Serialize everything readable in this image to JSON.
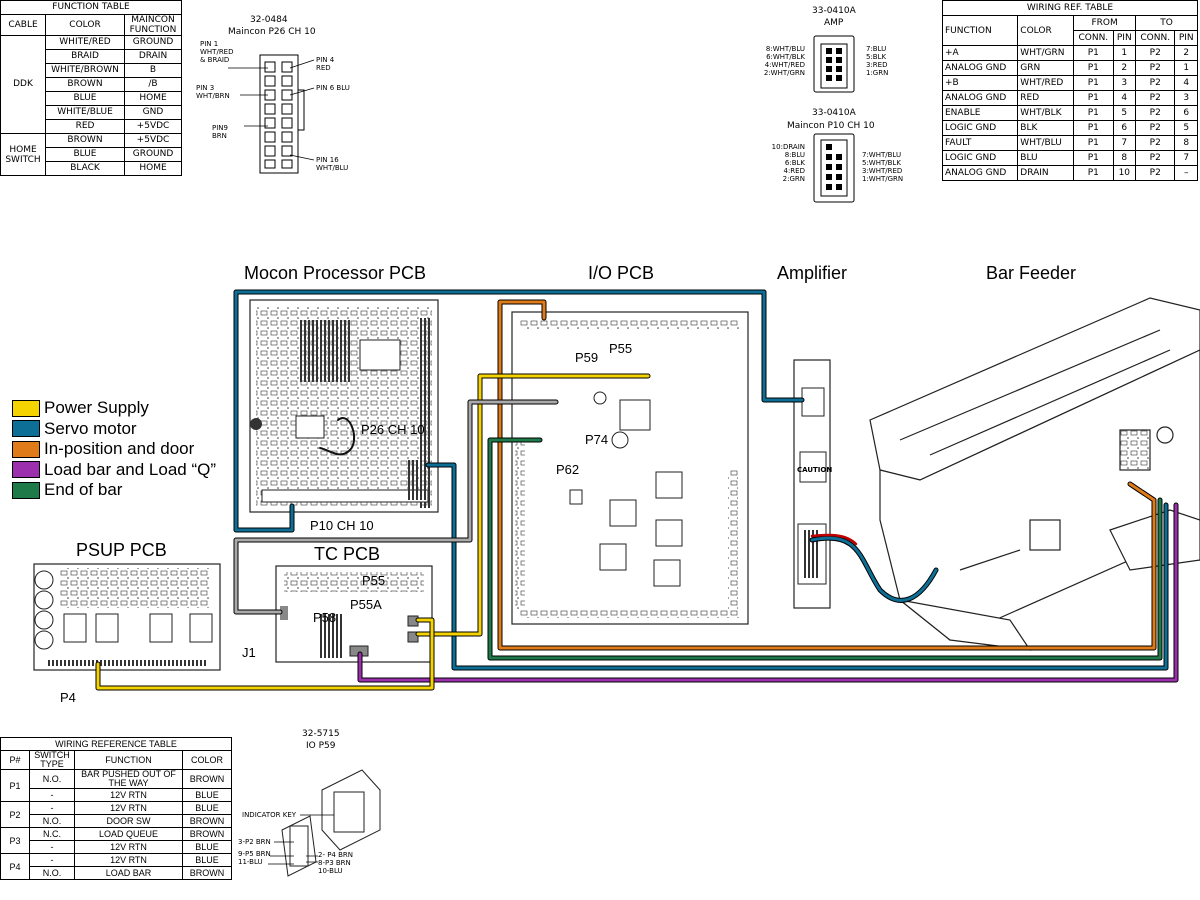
{
  "function_table": {
    "title": "FUNCTION TABLE",
    "headers": [
      "CABLE",
      "COLOR",
      "MAINCON FUNCTION"
    ],
    "ddk_label": "DDK",
    "home_label": "HOME SWITCH",
    "ddk_rows": [
      [
        "WHITE/RED",
        "GROUND"
      ],
      [
        "BRAID",
        "DRAIN"
      ],
      [
        "WHITE/BROWN",
        "B"
      ],
      [
        "BROWN",
        "/B"
      ],
      [
        "BLUE",
        "HOME"
      ],
      [
        "WHITE/BLUE",
        "GND"
      ],
      [
        "RED",
        "+5VDC"
      ]
    ],
    "home_rows": [
      [
        "BROWN",
        "+5VDC"
      ],
      [
        "BLUE",
        "GROUND"
      ],
      [
        "BLACK",
        "HOME"
      ]
    ]
  },
  "conn_p26": {
    "part": "32-0484",
    "title": "Maincon P26 CH 10",
    "left_pins": [
      "PIN 1 WHT/RED & BRAID",
      "PIN 3 WHT/BRN",
      "PIN9 BRN"
    ],
    "right_pins": [
      "PIN 4 RED",
      "PIN 6 BLU",
      "PIN 16 WHT/BLU"
    ]
  },
  "conn_amp": {
    "part": "33-0410A",
    "title": "AMP",
    "left": [
      "8:WHT/BLU",
      "6:WHT/BLK",
      "4:WHT/RED",
      "2:WHT/GRN"
    ],
    "right": [
      "7:BLU",
      "5:BLK",
      "3:RED",
      "1:GRN"
    ]
  },
  "conn_p10": {
    "part": "33-0410A",
    "title": "Maincon P10 CH 10",
    "left": [
      "10:DRAIN",
      "8:BLU",
      "6:BLK",
      "4:RED",
      "2:GRN"
    ],
    "right": [
      "7:WHT/BLU",
      "5:WHT/BLK",
      "3:WHT/RED",
      "1:WHT/GRN"
    ]
  },
  "wiring_ref": {
    "title": "WIRING REF. TABLE",
    "headers": [
      "FUNCTION",
      "COLOR",
      "FROM",
      "TO"
    ],
    "subheaders": [
      "CONN.",
      "PIN",
      "CONN.",
      "PIN"
    ],
    "rows": [
      [
        "+A",
        "WHT/GRN",
        "P1",
        "1",
        "P2",
        "2"
      ],
      [
        "ANALOG GND",
        "GRN",
        "P1",
        "2",
        "P2",
        "1"
      ],
      [
        "+B",
        "WHT/RED",
        "P1",
        "3",
        "P2",
        "4"
      ],
      [
        "ANALOG GND",
        "RED",
        "P1",
        "4",
        "P2",
        "3"
      ],
      [
        "ENABLE",
        "WHT/BLK",
        "P1",
        "5",
        "P2",
        "6"
      ],
      [
        "LOGIC GND",
        "BLK",
        "P1",
        "6",
        "P2",
        "5"
      ],
      [
        "FAULT",
        "WHT/BLU",
        "P1",
        "7",
        "P2",
        "8"
      ],
      [
        "LOGIC GND",
        "BLU",
        "P1",
        "8",
        "P2",
        "7"
      ],
      [
        "ANALOG GND",
        "DRAIN",
        "P1",
        "10",
        "P2",
        "–"
      ]
    ]
  },
  "section_titles": {
    "mocon": "Mocon Processor PCB",
    "io": "I/O PCB",
    "amp": "Amplifier",
    "barfeeder": "Bar Feeder",
    "psup": "PSUP PCB",
    "tc": "TC PCB"
  },
  "board_labels": {
    "p26": "P26 CH 10",
    "p10": "P10 CH 10",
    "p59": "P59",
    "p55_io": "P55",
    "p74": "P74",
    "p62": "P62",
    "p55_tc": "P55",
    "p55a": "P55A",
    "p58": "P58",
    "j1": "J1",
    "p4": "P4",
    "caution": "CAUTION"
  },
  "legend": [
    {
      "label": "Power Supply",
      "color": "#f5d300"
    },
    {
      "label": "Servo motor",
      "color": "#0d6f96"
    },
    {
      "label": "In-position and door",
      "color": "#e07b1a"
    },
    {
      "label": "Load bar and Load “Q”",
      "color": "#9b2fae"
    },
    {
      "label": "End of bar",
      "color": "#1f7a4a"
    }
  ],
  "bottom_table": {
    "title": "WIRING REFERENCE TABLE",
    "headers": [
      "P#",
      "SWITCH TYPE",
      "FUNCTION",
      "COLOR"
    ],
    "groups": [
      {
        "p": "P1",
        "rows": [
          [
            "N.O.",
            "BAR PUSHED OUT OF THE WAY",
            "BROWN"
          ],
          [
            "-",
            "12V RTN",
            "BLUE"
          ]
        ]
      },
      {
        "p": "P2",
        "rows": [
          [
            "-",
            "12V RTN",
            "BLUE"
          ],
          [
            "N.O.",
            "DOOR SW",
            "BROWN"
          ]
        ]
      },
      {
        "p": "P3",
        "rows": [
          [
            "N.C.",
            "LOAD QUEUE",
            "BROWN"
          ],
          [
            "-",
            "12V RTN",
            "BLUE"
          ]
        ]
      },
      {
        "p": "P4",
        "rows": [
          [
            "-",
            "12V RTN",
            "BLUE"
          ],
          [
            "N.O.",
            "LOAD BAR",
            "BROWN"
          ]
        ]
      }
    ]
  },
  "io_p59": {
    "part": "32-5715",
    "title": "IO P59",
    "key": "INDICATOR KEY",
    "left": [
      "3-P2 BRN",
      "9-P5 BRN",
      "11-BLU"
    ],
    "right": [
      "2- P4 BRN",
      "8-P3 BRN",
      "10-BLU"
    ]
  }
}
